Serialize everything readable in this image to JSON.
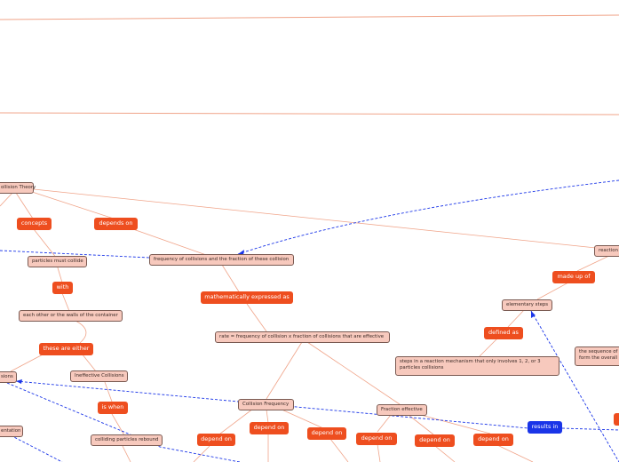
{
  "nodes": {
    "collision_theory": "ollision Theory",
    "particles_collide": "particles must collide",
    "frequency_fraction": "frequency of collisions and the fraction of these collision",
    "each_other": "each other or the walls of the container",
    "rate_formula": "rate = frequency of collision x fraction of collisions that are effective",
    "ineffective": "Ineffective Collisions",
    "sions": "sions",
    "colliding_rebound": "colliding particles rebound",
    "entation": "entation",
    "collision_frequency": "Collision Frequency",
    "fraction_effective": "Fraction effective",
    "elementary_steps": "elementary steps",
    "steps_mechanism": "steps in a reaction mechanism that only involves 1, 2, or 3 particles collisions",
    "reaction": "reaction",
    "sequence_of": "the sequence of form the overall"
  },
  "links": {
    "concepts": "concepts",
    "depends_on_top": "depends on",
    "with": "with",
    "math_expressed": "mathematically expressed as",
    "these_are_either": "these are either",
    "is_when": "is when",
    "depend_on_1": "depend on",
    "depend_on_2": "depend on",
    "depend_on_3": "depend on",
    "depend_on_4": "depend on",
    "depend_on_5": "depend on",
    "depend_on_6": "depend on",
    "made_up_of": "made up of",
    "defined_as": "defined as",
    "results_in": "results in"
  },
  "colors": {
    "line": "#f0a489",
    "node_fill": "#f7c9bd",
    "node_border": "#7a5a52",
    "link_fill": "#ee4e1f",
    "blue_link": "#1a35e8",
    "dashed": "#1a35e8"
  }
}
